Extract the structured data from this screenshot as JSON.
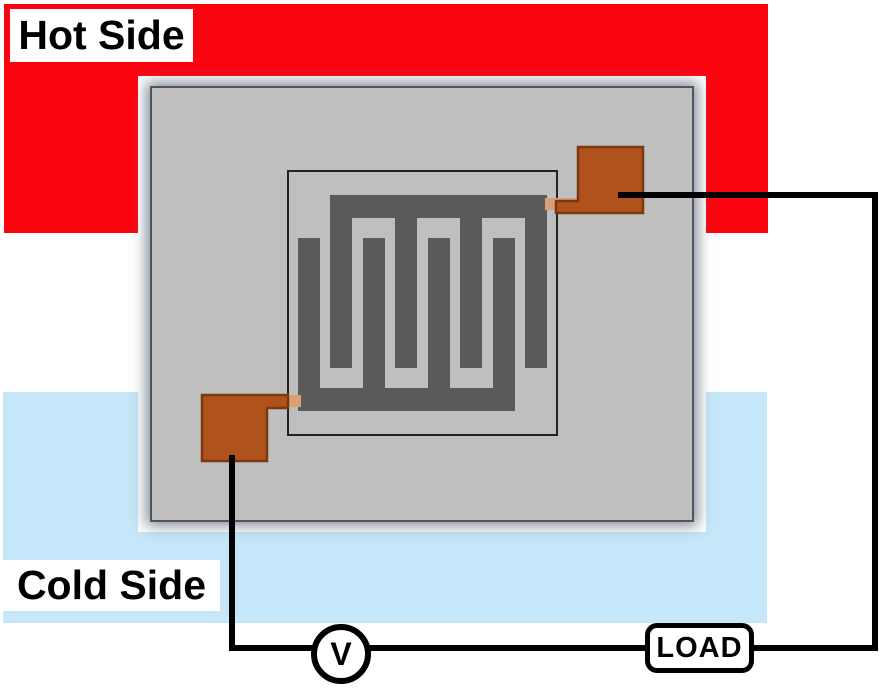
{
  "labels": {
    "hot_side": "Hot Side",
    "cold_side": "Cold Side",
    "voltmeter": "V",
    "load": "LOAD"
  },
  "icons": {
    "voltmeter_symbol": "circle-with-V",
    "load_symbol": "rounded-box"
  },
  "colors": {
    "hot_side": "#FA050F",
    "cold_side": "#C6E6F9",
    "substrate": "#BFBFBF",
    "substrate_border": "#545454",
    "pattern": "#5A5A5A",
    "pad": "#B0521C",
    "pad_border": "#7A3810",
    "trace": "#D9A077",
    "wire": "#000000",
    "inner_outline": "#222222",
    "label_bg": "#FFFFFF",
    "text": "#000000",
    "shadow": "rgba(105,115,135,0.8)"
  }
}
